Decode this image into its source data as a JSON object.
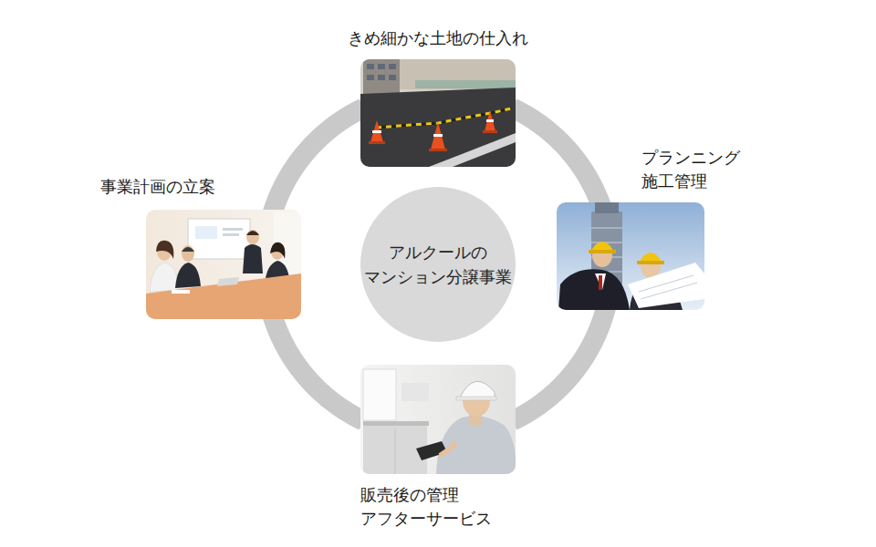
{
  "diagram": {
    "nodes": [
      {
        "text": [
          "きめ細かな土地の仕入れ"
        ]
      },
      {
        "text": [
          "プランニング 施工管理"
        ]
      },
      {
        "text": [
          "販売後の管理 アフターサービス"
        ]
      },
      {
        "text": [
          "事業計画の立案"
        ]
      },
      {
        "text": [
          "アルクールの マンション分譲事業"
        ]
      }
    ],
    "edges": [
      {
        "from": 0,
        "to": 1,
        "arrow": "none"
      },
      {
        "from": 1,
        "to": 2,
        "arrow": "none"
      },
      {
        "from": 2,
        "to": 3,
        "arrow": "none"
      },
      {
        "from": 3,
        "to": 0,
        "arrow": "none"
      }
    ]
  }
}
